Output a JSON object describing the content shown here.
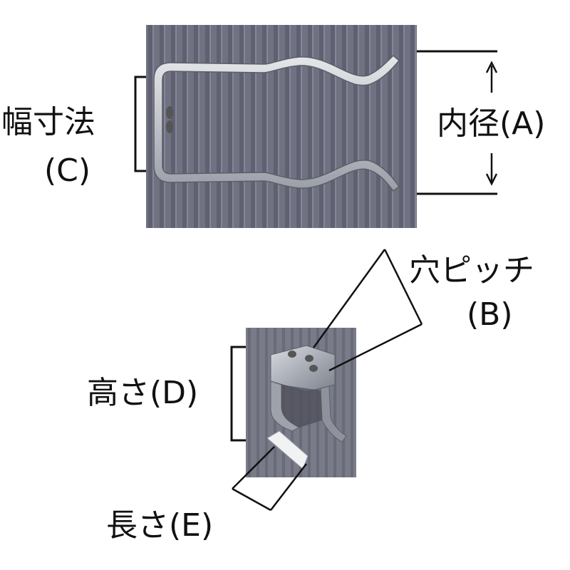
{
  "labels": {
    "width_dim": "幅寸法",
    "width_code": "(C)",
    "inner_dia": "内径(A)",
    "hole_pitch": "穴ピッチ",
    "hole_pitch_code": "(B)",
    "height": "高さ(D)",
    "length": "長さ(E)"
  },
  "colors": {
    "backdrop": "#6f7080",
    "backdrop_stripe": "#5e5f6e",
    "metal": "#b9bcc4",
    "metal_dark": "#7d818b",
    "line": "#111111"
  }
}
